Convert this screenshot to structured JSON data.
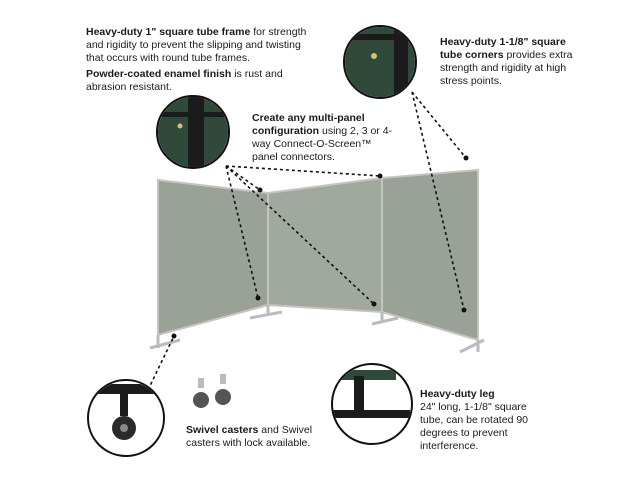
{
  "callouts": {
    "frame": {
      "bold": "Heavy-duty 1\" square tube frame",
      "rest": " for strength and rigidity to prevent the slipping and twisting that occurs with round tube frames."
    },
    "finish": {
      "bold": "Powder-coated enamel finish",
      "rest": " is rust and abrasion resistant."
    },
    "corners": {
      "bold": "Heavy-duty 1-1/8\" square tube corners",
      "rest": " provides extra strength and rigidity at high stress points."
    },
    "config": {
      "bold": "Create any multi-panel configuration",
      "rest": " using 2, 3 or 4-way Connect-O-Screen™ panel connectors."
    },
    "casters": {
      "bold": "Swivel casters",
      "rest": " and Swivel casters with lock available."
    },
    "leg": {
      "bold": "Heavy-duty leg",
      "rest": "24\" long, 1-1/8\" square tube, can be rotated 90 degrees to prevent interference."
    }
  },
  "colors": {
    "panel": "#9aa197",
    "frame": "#b9bdb6",
    "dark": "#1b1b1b",
    "green": "#2f4a3a"
  }
}
